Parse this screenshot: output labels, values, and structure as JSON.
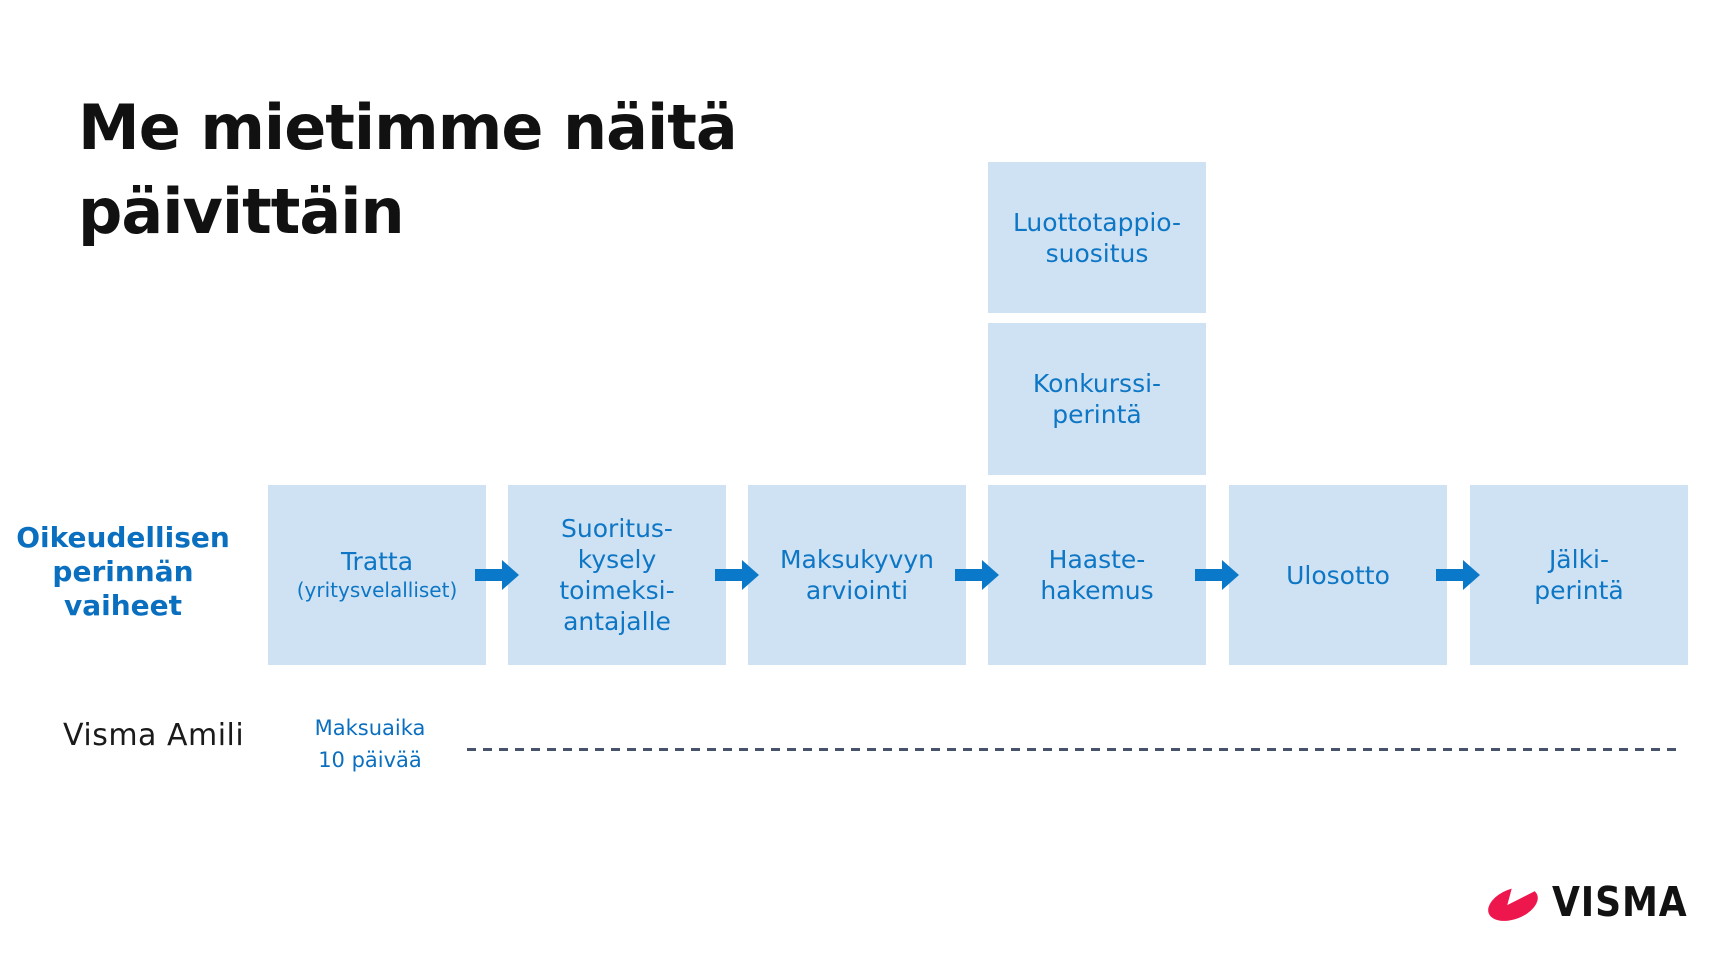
{
  "slide": {
    "title": "Me mietimme näitä\npäivittäin",
    "side_label": "Oikeudellisen\nperinnän\nvaiheet",
    "footer_left": "Visma Amili",
    "timeline_note": "Maksuaika\n10 päivää"
  },
  "flow": {
    "stages": [
      {
        "title": "Tratta",
        "subtitle": "(yritysvelalliset)"
      },
      {
        "title": "Suoritus-\nkysely\ntoimeksi-\nantajalle"
      },
      {
        "title": "Maksukyvyn\narviointi"
      },
      {
        "title": "Haaste-\nhakemus"
      },
      {
        "title": "Ulosotto"
      },
      {
        "title": "Jälki-\nperintä"
      }
    ],
    "stacked_above_stage_4": [
      {
        "title": "Luottotappio-\nsuositus"
      },
      {
        "title": "Konkurssi-\nperintä"
      }
    ]
  },
  "logo": {
    "text": "VISMA"
  },
  "colors": {
    "blue-text": "#0d76c5",
    "blue-bold": "#0b6fc0",
    "arrow": "#0a79c9",
    "box-fill": "#cfe2f3",
    "dash": "#46536a",
    "ink": "#111111",
    "logo-red": "#ed174e"
  }
}
